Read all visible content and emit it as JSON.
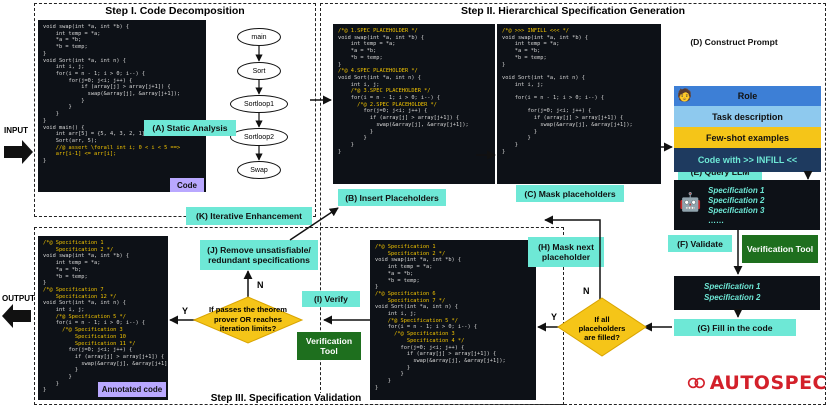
{
  "steps": {
    "step1": "Step I. Code Decomposition",
    "step2": "Step II. Hierarchical Specification Generation",
    "step3": "Step III. Specification Validation"
  },
  "io": {
    "input": "INPUT",
    "output": "OUTPUT"
  },
  "labels": {
    "static_analysis": "(A) Static Analysis",
    "insert_placeholders": "(B) Insert Placeholders",
    "mask_placeholders": "(C) Mask placeholders",
    "construct_prompt": "(D) Construct Prompt",
    "query_llm": "(E) Query LLM",
    "validate": "(F) Validate",
    "fill_in": "(G) Fill in the code",
    "mask_next": "(H) Mask next placeholder",
    "verify": "(I) Verify",
    "remove_unsat": "(J) Remove unsatisfiable/ redundant specifications",
    "iterative": "(K) Iterative Enhancement",
    "verification_tool_f": "Verification Tool",
    "verification_tool_i": "Verification Tool",
    "code_tag": "Code",
    "annotated_tag": "Annotated code"
  },
  "call_graph": [
    "main",
    "Sort",
    "Sortloop1",
    "Sortloop2",
    "Swap"
  ],
  "prompt": {
    "role": "Role",
    "task": "Task description",
    "fewshot": "Few-shot examples",
    "infill": "Code with >> INFILL <<"
  },
  "llm_specs": [
    "Specification 1",
    "Specification 2",
    "Specification 3",
    "……"
  ],
  "validated_specs": [
    "Specification 1",
    "Specification 2"
  ],
  "decisions": {
    "all_filled": "If all placeholders are filled?",
    "passes": "If passes the theorem prover OR reaches iteration limits?",
    "yes": "Y",
    "no": "N"
  },
  "brand": {
    "name": "AUTOSPEC"
  },
  "colors": {
    "teal": "#6ee8d6",
    "green": "#1e6f1e",
    "purple": "#b9a8ff",
    "yellow": "#f5c518",
    "code_bg": "#0d1117",
    "role_blue": "#3d7fd6",
    "prompt_navy": "#1e3a5f",
    "brand_red": "#d3202a"
  },
  "code": {
    "source": [
      {
        "t": "void swap(int *a, int *b) {",
        "c": ""
      },
      {
        "t": "    int temp = *a;",
        "c": ""
      },
      {
        "t": "    *a = *b;",
        "c": ""
      },
      {
        "t": "    *b = temp;",
        "c": ""
      },
      {
        "t": "}",
        "c": ""
      },
      {
        "t": "void Sort(int *a, int n) {",
        "c": ""
      },
      {
        "t": "    int i, j;",
        "c": ""
      },
      {
        "t": "    for(i = n - 1; i > 0; i--) {",
        "c": ""
      },
      {
        "t": "        for(j=0; j<i; j++) {",
        "c": ""
      },
      {
        "t": "            if (array[j] > array[j+1]) {",
        "c": ""
      },
      {
        "t": "              swap(&array[j], &array[j+1]);",
        "c": ""
      },
      {
        "t": "            }",
        "c": ""
      },
      {
        "t": "        }",
        "c": ""
      },
      {
        "t": "    }",
        "c": ""
      },
      {
        "t": "}",
        "c": ""
      },
      {
        "t": "void main() {",
        "c": ""
      },
      {
        "t": "    int arr[5] = {5, 4, 3, 2, 1};",
        "c": ""
      },
      {
        "t": "    Sort(arr, 5);",
        "c": ""
      },
      {
        "t": "    //@ assert \\forall int i; 0 < i < 5 ==>",
        "c": "cmt"
      },
      {
        "t": "    arr[i-1] <= arr[i];",
        "c": "cmt"
      },
      {
        "t": "}",
        "c": ""
      }
    ],
    "placeholders": [
      {
        "t": "/*@ 1.SPEC PLACEHOLDER */",
        "c": "cmt"
      },
      {
        "t": "void swap(int *a, int *b) {",
        "c": ""
      },
      {
        "t": "    int temp = *a;",
        "c": ""
      },
      {
        "t": "    *a = *b;",
        "c": ""
      },
      {
        "t": "    *b = temp;",
        "c": ""
      },
      {
        "t": "}",
        "c": ""
      },
      {
        "t": "/*@ 4.SPEC PLACEHOLDER */",
        "c": "cmt"
      },
      {
        "t": "void Sort(int *a, int n) {",
        "c": ""
      },
      {
        "t": "    int i, j;",
        "c": ""
      },
      {
        "t": "    /*@ 3.SPEC PLACEHOLDER */",
        "c": "cmt"
      },
      {
        "t": "    for(i = n - 1; i > 0; i--) {",
        "c": ""
      },
      {
        "t": "      /*@ 2.SPEC PLACEHOLDER */",
        "c": "cmt"
      },
      {
        "t": "        for(j=0; j<i; j++) {",
        "c": ""
      },
      {
        "t": "          if (array[j] > array[j+1]) {",
        "c": ""
      },
      {
        "t": "            swap(&array[j], &array[j+1]);",
        "c": ""
      },
      {
        "t": "          }",
        "c": ""
      },
      {
        "t": "        }",
        "c": ""
      },
      {
        "t": "    }",
        "c": ""
      },
      {
        "t": "}",
        "c": ""
      }
    ],
    "masked": [
      {
        "t": "/*@ >>> INFILL <<< */",
        "c": "cmt"
      },
      {
        "t": "void swap(int *a, int *b) {",
        "c": ""
      },
      {
        "t": "    int temp = *a;",
        "c": ""
      },
      {
        "t": "    *a = *b;",
        "c": ""
      },
      {
        "t": "    *b = temp;",
        "c": ""
      },
      {
        "t": "}",
        "c": ""
      },
      {
        "t": "",
        "c": ""
      },
      {
        "t": "void Sort(int *a, int n) {",
        "c": ""
      },
      {
        "t": "    int i, j;",
        "c": ""
      },
      {
        "t": "",
        "c": ""
      },
      {
        "t": "    for(i = n - 1; i > 0; i--) {",
        "c": ""
      },
      {
        "t": "",
        "c": ""
      },
      {
        "t": "        for(j=0; j<i; j++) {",
        "c": ""
      },
      {
        "t": "          if (array[j] > array[j+1]) {",
        "c": ""
      },
      {
        "t": "            swap(&array[j], &array[j+1]);",
        "c": ""
      },
      {
        "t": "          }",
        "c": ""
      },
      {
        "t": "        }",
        "c": ""
      },
      {
        "t": "    }",
        "c": ""
      },
      {
        "t": "}",
        "c": ""
      }
    ],
    "filled": [
      {
        "t": "/*@ Specification 1",
        "c": "cmt"
      },
      {
        "t": "    Specification 2 */",
        "c": "cmt"
      },
      {
        "t": "void swap(int *a, int *b) {",
        "c": ""
      },
      {
        "t": "    int temp = *a;",
        "c": ""
      },
      {
        "t": "    *a = *b;",
        "c": ""
      },
      {
        "t": "    *b = temp;",
        "c": ""
      },
      {
        "t": "}",
        "c": ""
      },
      {
        "t": "/*@ Specification 6",
        "c": "cmt"
      },
      {
        "t": "    Specification 7 */",
        "c": "cmt"
      },
      {
        "t": "void Sort(int *a, int n) {",
        "c": ""
      },
      {
        "t": "    int i, j;",
        "c": ""
      },
      {
        "t": "    /*@ Specification 5 */",
        "c": "cmt"
      },
      {
        "t": "    for(i = n - 1; i > 0; i--) {",
        "c": ""
      },
      {
        "t": "      /*@ Specification 3",
        "c": "cmt"
      },
      {
        "t": "          Specification 4 */",
        "c": "cmt"
      },
      {
        "t": "        for(j=0; j<i; j++) {",
        "c": ""
      },
      {
        "t": "          if (array[j] > array[j+1]) {",
        "c": ""
      },
      {
        "t": "            swap(&array[j], &array[j+1]);",
        "c": ""
      },
      {
        "t": "          }",
        "c": ""
      },
      {
        "t": "        }",
        "c": ""
      },
      {
        "t": "    }",
        "c": ""
      },
      {
        "t": "}",
        "c": ""
      }
    ],
    "annotated": [
      {
        "t": "/*@ Specification 1",
        "c": "cmt"
      },
      {
        "t": "    Specification 2 */",
        "c": "cmt"
      },
      {
        "t": "void swap(int *a, int *b) {",
        "c": ""
      },
      {
        "t": "    int temp = *a;",
        "c": ""
      },
      {
        "t": "    *a = *b;",
        "c": ""
      },
      {
        "t": "    *b = temp;",
        "c": ""
      },
      {
        "t": "}",
        "c": ""
      },
      {
        "t": "/*@ Specification 7",
        "c": "cmt"
      },
      {
        "t": "    Specification 12 */",
        "c": "cmt"
      },
      {
        "t": "void Sort(int *a, int n) {",
        "c": ""
      },
      {
        "t": "    int i, j;",
        "c": ""
      },
      {
        "t": "    /*@ Specification 5 */",
        "c": "cmt"
      },
      {
        "t": "    for(i = n - 1; i > 0; i--) {",
        "c": ""
      },
      {
        "t": "      /*@ Specification 3",
        "c": "cmt"
      },
      {
        "t": "          Specification 10",
        "c": "cmt"
      },
      {
        "t": "          Specification 11 */",
        "c": "cmt"
      },
      {
        "t": "        for(j=0; j<i; j++) {",
        "c": ""
      },
      {
        "t": "          if (array[j] > array[j+1]) {",
        "c": ""
      },
      {
        "t": "            swap(&array[j], &array[j+1]);",
        "c": ""
      },
      {
        "t": "          }",
        "c": ""
      },
      {
        "t": "        }",
        "c": ""
      },
      {
        "t": "    }",
        "c": ""
      },
      {
        "t": "}",
        "c": ""
      }
    ]
  }
}
